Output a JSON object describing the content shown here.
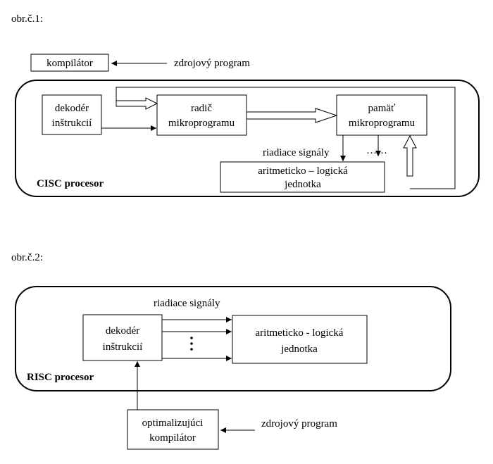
{
  "fig1": {
    "caption": "obr.č.1:",
    "compiler": "kompilátor",
    "source_program": "zdrojový program",
    "decoder": [
      "dekodér",
      "inštrukcií"
    ],
    "controller": [
      "radič",
      "mikroprogramu"
    ],
    "memory": [
      "pamäť",
      "mikroprogramu"
    ],
    "control_signals": "riadiace signály",
    "dots": "……",
    "alu": [
      "aritmeticko – logická",
      "jednotka"
    ],
    "processor_label": "CISC procesor"
  },
  "fig2": {
    "caption": "obr.č.2:",
    "control_signals": "riadiace signály",
    "decoder": [
      "dekodér",
      "inštrukcií"
    ],
    "alu": [
      "aritmeticko - logická",
      "jednotka"
    ],
    "processor_label": "RISC procesor",
    "compiler": [
      "optimalizujúci",
      "kompilátor"
    ],
    "source_program": "zdrojový program"
  }
}
